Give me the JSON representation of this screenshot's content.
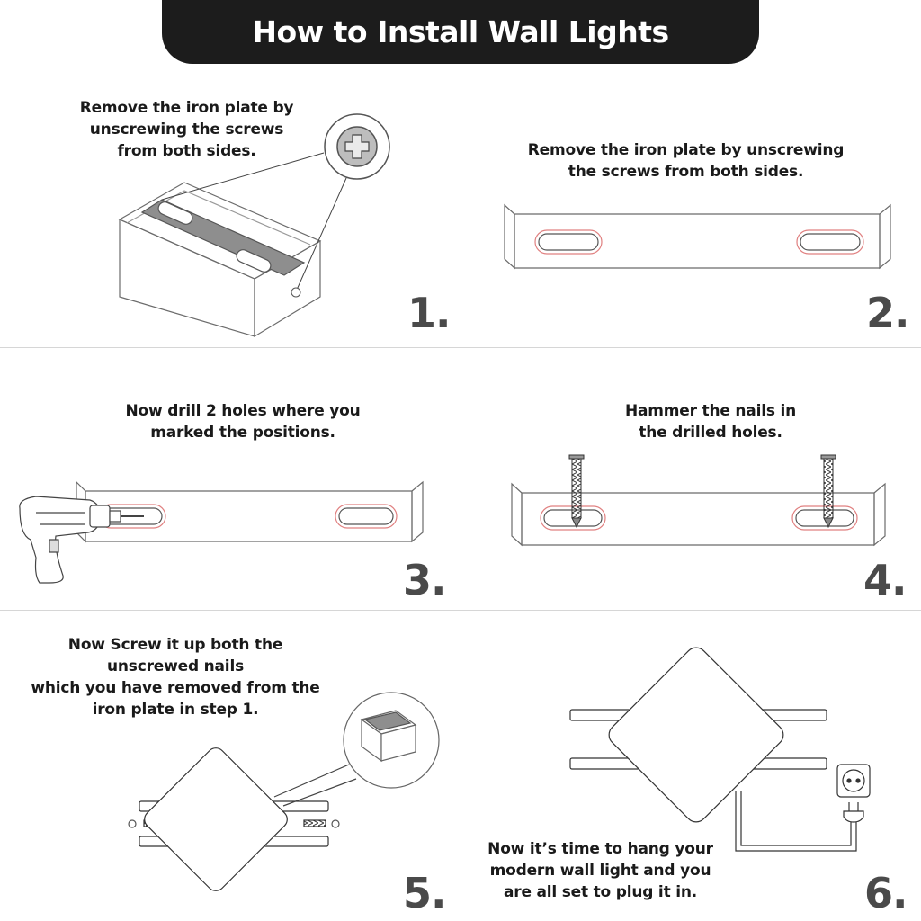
{
  "header": {
    "title": "How to Install Wall Lights"
  },
  "colors": {
    "header_bg": "#1c1c1c",
    "header_text": "#ffffff",
    "slot_accent": "#e08080",
    "step_number": "#4a4a4a",
    "line": "#6b6b6b"
  },
  "steps": [
    {
      "number": "1.",
      "text": "Remove the iron plate by\nunscrewing the screws\nfrom both sides."
    },
    {
      "number": "2.",
      "text": "Remove the iron plate by unscrewing\nthe screws from both sides."
    },
    {
      "number": "3.",
      "text": "Now drill 2 holes where you\nmarked the positions."
    },
    {
      "number": "4.",
      "text": "Hammer the nails in\nthe drilled holes."
    },
    {
      "number": "5.",
      "text": "Now Screw it up both the\nunscrewed nails\nwhich you have removed from the\niron plate in step 1."
    },
    {
      "number": "6.",
      "text": "Now it’s time to hang your\nmodern wall light and you\nare all set to plug it in."
    }
  ],
  "icons": [
    "screw-icon",
    "drill-icon",
    "nail-icon",
    "wall-lamp-icon",
    "power-socket-icon",
    "power-plug-icon"
  ]
}
